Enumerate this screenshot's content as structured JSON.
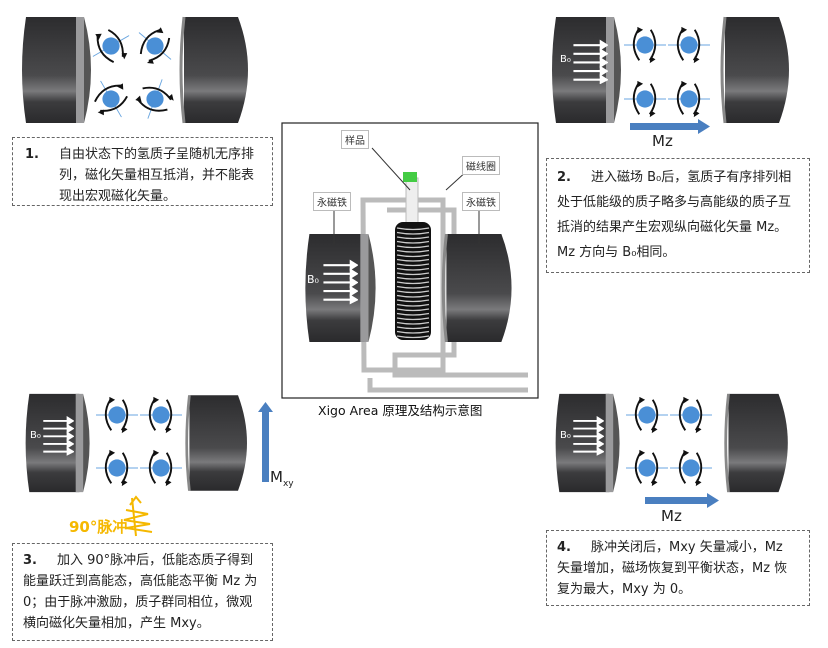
{
  "panel1": {
    "number": "1.",
    "text": "自由状态下的氢质子呈随机无序排列，磁化矢量相互抵消，并不能表现出宏观磁化矢量。"
  },
  "panel2": {
    "number": "2.",
    "text": "进入磁场 B₀后，氢质子有序排列相处于低能级的质子略多与高能级的质子互抵消的结果产生宏观纵向磁化矢量 Mz。Mz 方向与 B₀相同。",
    "arrow_label": "Mz",
    "field_label": "B₀"
  },
  "panel3": {
    "number": "3.",
    "text": "加入 90°脉冲后，低能态质子得到能量跃迁到高能态，高低能态平衡 Mz 为 0；由于脉冲激励，质子群同相位，微观横向磁化矢量相加，产生 Mxy。",
    "arrow_label": "M",
    "arrow_sub": "xy",
    "pulse_label": "90°脉冲",
    "field_label": "B₀"
  },
  "panel4": {
    "number": "4.",
    "text": "脉冲关闭后，Mxy 矢量减小，Mz 矢量增加，磁场恢复到平衡状态，Mz 恢复为最大，Mxy 为 0。",
    "arrow_label": "Mz",
    "field_label": "B₀"
  },
  "center": {
    "caption": "Xigo Area 原理及结构示意图",
    "sample_label": "样品",
    "coil_label": "磁线圈",
    "magnet_left_label": "永磁铁",
    "magnet_right_label": "永磁铁",
    "field_label": "B₀"
  },
  "colors": {
    "arrow_blue": "#4a7fc0",
    "proton_blue": "#4a8fd6",
    "pulse_yellow": "#f5b800",
    "magnet_dark": "#3a3a3c"
  }
}
